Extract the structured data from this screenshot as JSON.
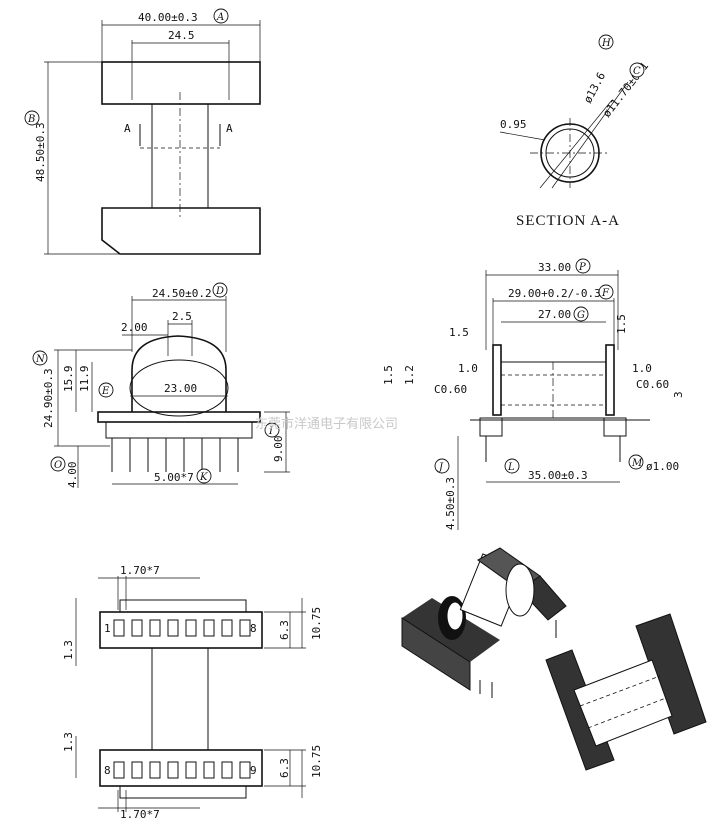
{
  "labels": {
    "A_top": "40.00±0.3",
    "B_height": "48.50±0.3",
    "inner_top": "24.5",
    "section_a_left": "A",
    "section_a_right": "A",
    "H_dia": "ø13.6",
    "C_dia": "ø11.70±0.1",
    "wall": "0.95",
    "section_title": "SECTION A-A",
    "D_width": "24.50±0.2",
    "w200": "2.00",
    "w25": "2.5",
    "N_height": "24.90±0.3",
    "h159": "15.9",
    "h119": "11.9",
    "w2300": "23.00",
    "h900": "9.00",
    "h400": "4.00",
    "K_pitch": "5.00*7",
    "P_len": "33.00",
    "F_len": "29.00+0.2/-0.3",
    "G_len": "27.00",
    "t15a": "1.5",
    "t15b": "1.5",
    "t10a": "1.0",
    "t10b": "1.0",
    "c060a": "C0.60",
    "c060b": "C0.60",
    "h15": "1.5",
    "h12": "1.2",
    "h3": "3",
    "J_pin": "4.50±0.3",
    "L_span": "35.00±0.3",
    "M_pin": "ø1.00",
    "pitch_top": "1.70*7",
    "pitch_bot": "1.70*7",
    "h13a": "1.3",
    "h13b": "1.3",
    "h63a": "6.3",
    "h63b": "6.3",
    "h1075a": "10.75",
    "h1075b": "10.75",
    "pin1": "1",
    "pin8a": "8",
    "pin8b": "8",
    "pin9": "9"
  },
  "callouts": {
    "A": "A",
    "B": "B",
    "C": "C",
    "D": "D",
    "E": "E",
    "F": "F",
    "G": "G",
    "H": "H",
    "I": "I",
    "J": "J",
    "K": "K",
    "L": "L",
    "M": "M",
    "N": "N",
    "O": "O",
    "P": "P"
  },
  "watermark": "东莞市洋通电子有限公司"
}
